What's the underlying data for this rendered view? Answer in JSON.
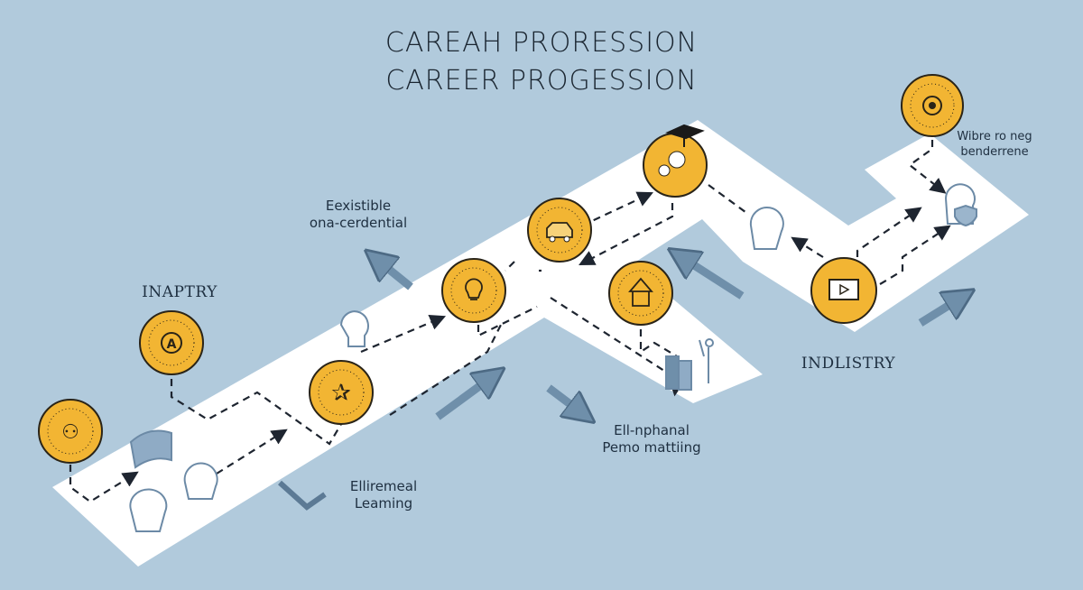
{
  "title": {
    "line1": "CAREAH PRORESSION",
    "line2": "CAREER PROGESSION"
  },
  "labels": {
    "inaptry": "INAPTRY",
    "eexistible": [
      "Eexistible",
      "ona-cerdential"
    ],
    "elliremeal": [
      "Elliremeal",
      "Leaming"
    ],
    "ellnphanal": [
      "Ell-nphanal",
      "Pemo mattiing"
    ],
    "industry": "INDLISTRY",
    "wibre": [
      "Wibre ro neg",
      "benderrene"
    ]
  },
  "colors": {
    "background": "#b1cadc",
    "path": "#ffffff",
    "badge": "#f2b533",
    "arrow": "#6f8faa",
    "ink": "#1e2f40"
  },
  "badges": [
    {
      "icon": "meeting-icon"
    },
    {
      "icon": "award-icon"
    },
    {
      "icon": "tools-star-icon"
    },
    {
      "icon": "lightbulb-icon"
    },
    {
      "icon": "vehicle-icon"
    },
    {
      "icon": "graduation-icon"
    },
    {
      "icon": "building-icon"
    },
    {
      "icon": "video-icon"
    },
    {
      "icon": "gear-icon"
    }
  ]
}
